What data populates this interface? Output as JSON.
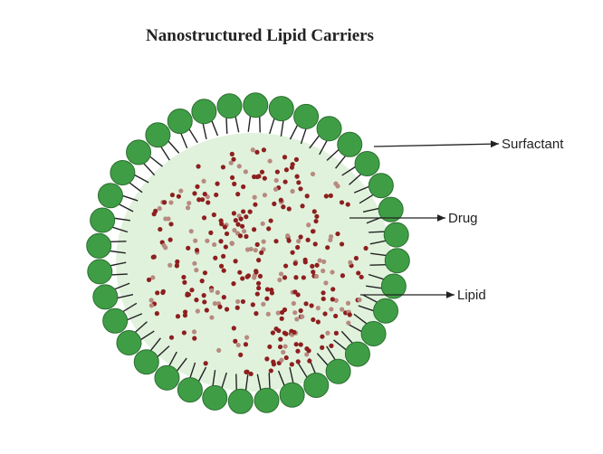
{
  "title": "Nanostructured Lipid Carriers",
  "labels": {
    "surfactant": "Surfactant",
    "drug": "Drug",
    "lipid": "Lipid"
  },
  "colors": {
    "head": "#3f9e45",
    "head_stroke": "#2c6e30",
    "core": "#e0f2dc",
    "drug_dark": "#8e1f1f",
    "drug_light": "#b78a80",
    "line": "#222222"
  }
}
